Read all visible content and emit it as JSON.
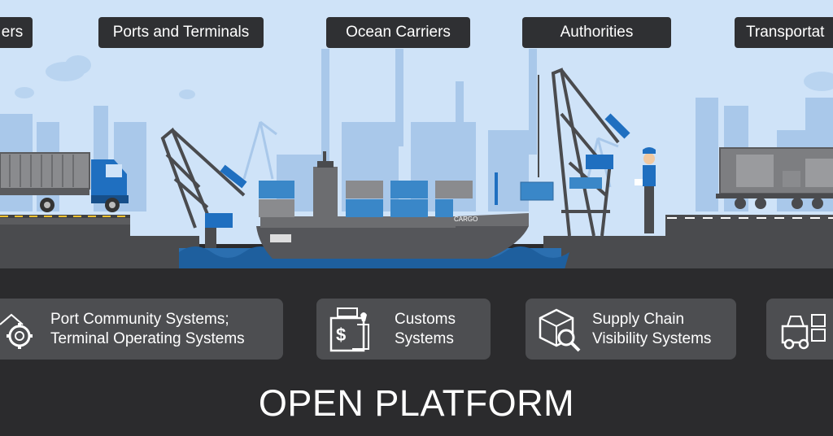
{
  "stakeholders": {
    "carriers_partial": "ers",
    "ports_terminals": "Ports and Terminals",
    "ocean_carriers": "Ocean Carriers",
    "authorities": "Authorities",
    "transport_partial": "Transportat"
  },
  "systems": {
    "port_community_line1": "Port Community Systems;",
    "port_community_line2": "Terminal Operating Systems",
    "customs_line1": "Customs",
    "customs_line2": "Systems",
    "supply_chain_line1": "Supply Chain",
    "supply_chain_line2": "Visibility Systems"
  },
  "ship_label": "CARGO",
  "platform_title": "OPEN PLATFORM",
  "colors": {
    "sky": "#cfe3f8",
    "skyline": "#a9c8ea",
    "ground": "#4a4b4e",
    "water": "#1e5f9e",
    "container_blue": "#3a87c8",
    "accent_blue": "#1f6fc0",
    "label_bg": "#2f3033",
    "system_box_bg": "#4d4e51",
    "platform_bg": "#2b2b2d"
  },
  "icons": [
    "gear-icon",
    "dollar-document-icon",
    "package-search-icon",
    "forklift-icon"
  ]
}
